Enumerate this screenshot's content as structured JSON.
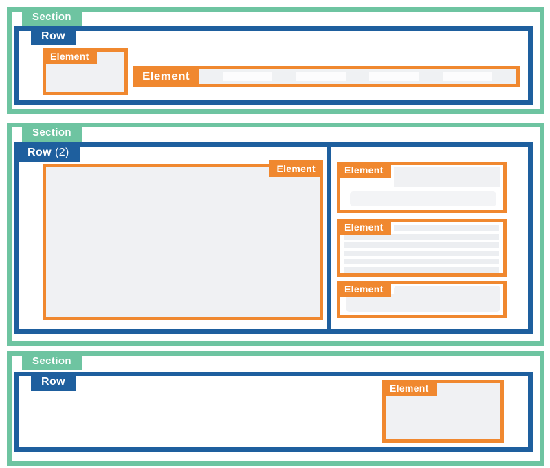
{
  "colors": {
    "section_green": "#6EC4A1",
    "row_blue": "#1E5F9E",
    "element_orange": "#F0882F",
    "placeholder_gray": "#F0F1F3"
  },
  "header_section": {
    "label": "Section",
    "row": {
      "label": "Row"
    },
    "logo_element": {
      "label": "Element"
    },
    "menu_element": {
      "label": "Element"
    }
  },
  "content_section": {
    "label": "Section",
    "row": {
      "label": "Row",
      "count": "(2)"
    },
    "main_element": {
      "label": "Element"
    },
    "side_elements": [
      {
        "label": "Element"
      },
      {
        "label": "Element"
      },
      {
        "label": "Element"
      }
    ]
  },
  "footer_section": {
    "label": "Section",
    "row": {
      "label": "Row"
    },
    "element": {
      "label": "Element"
    }
  }
}
